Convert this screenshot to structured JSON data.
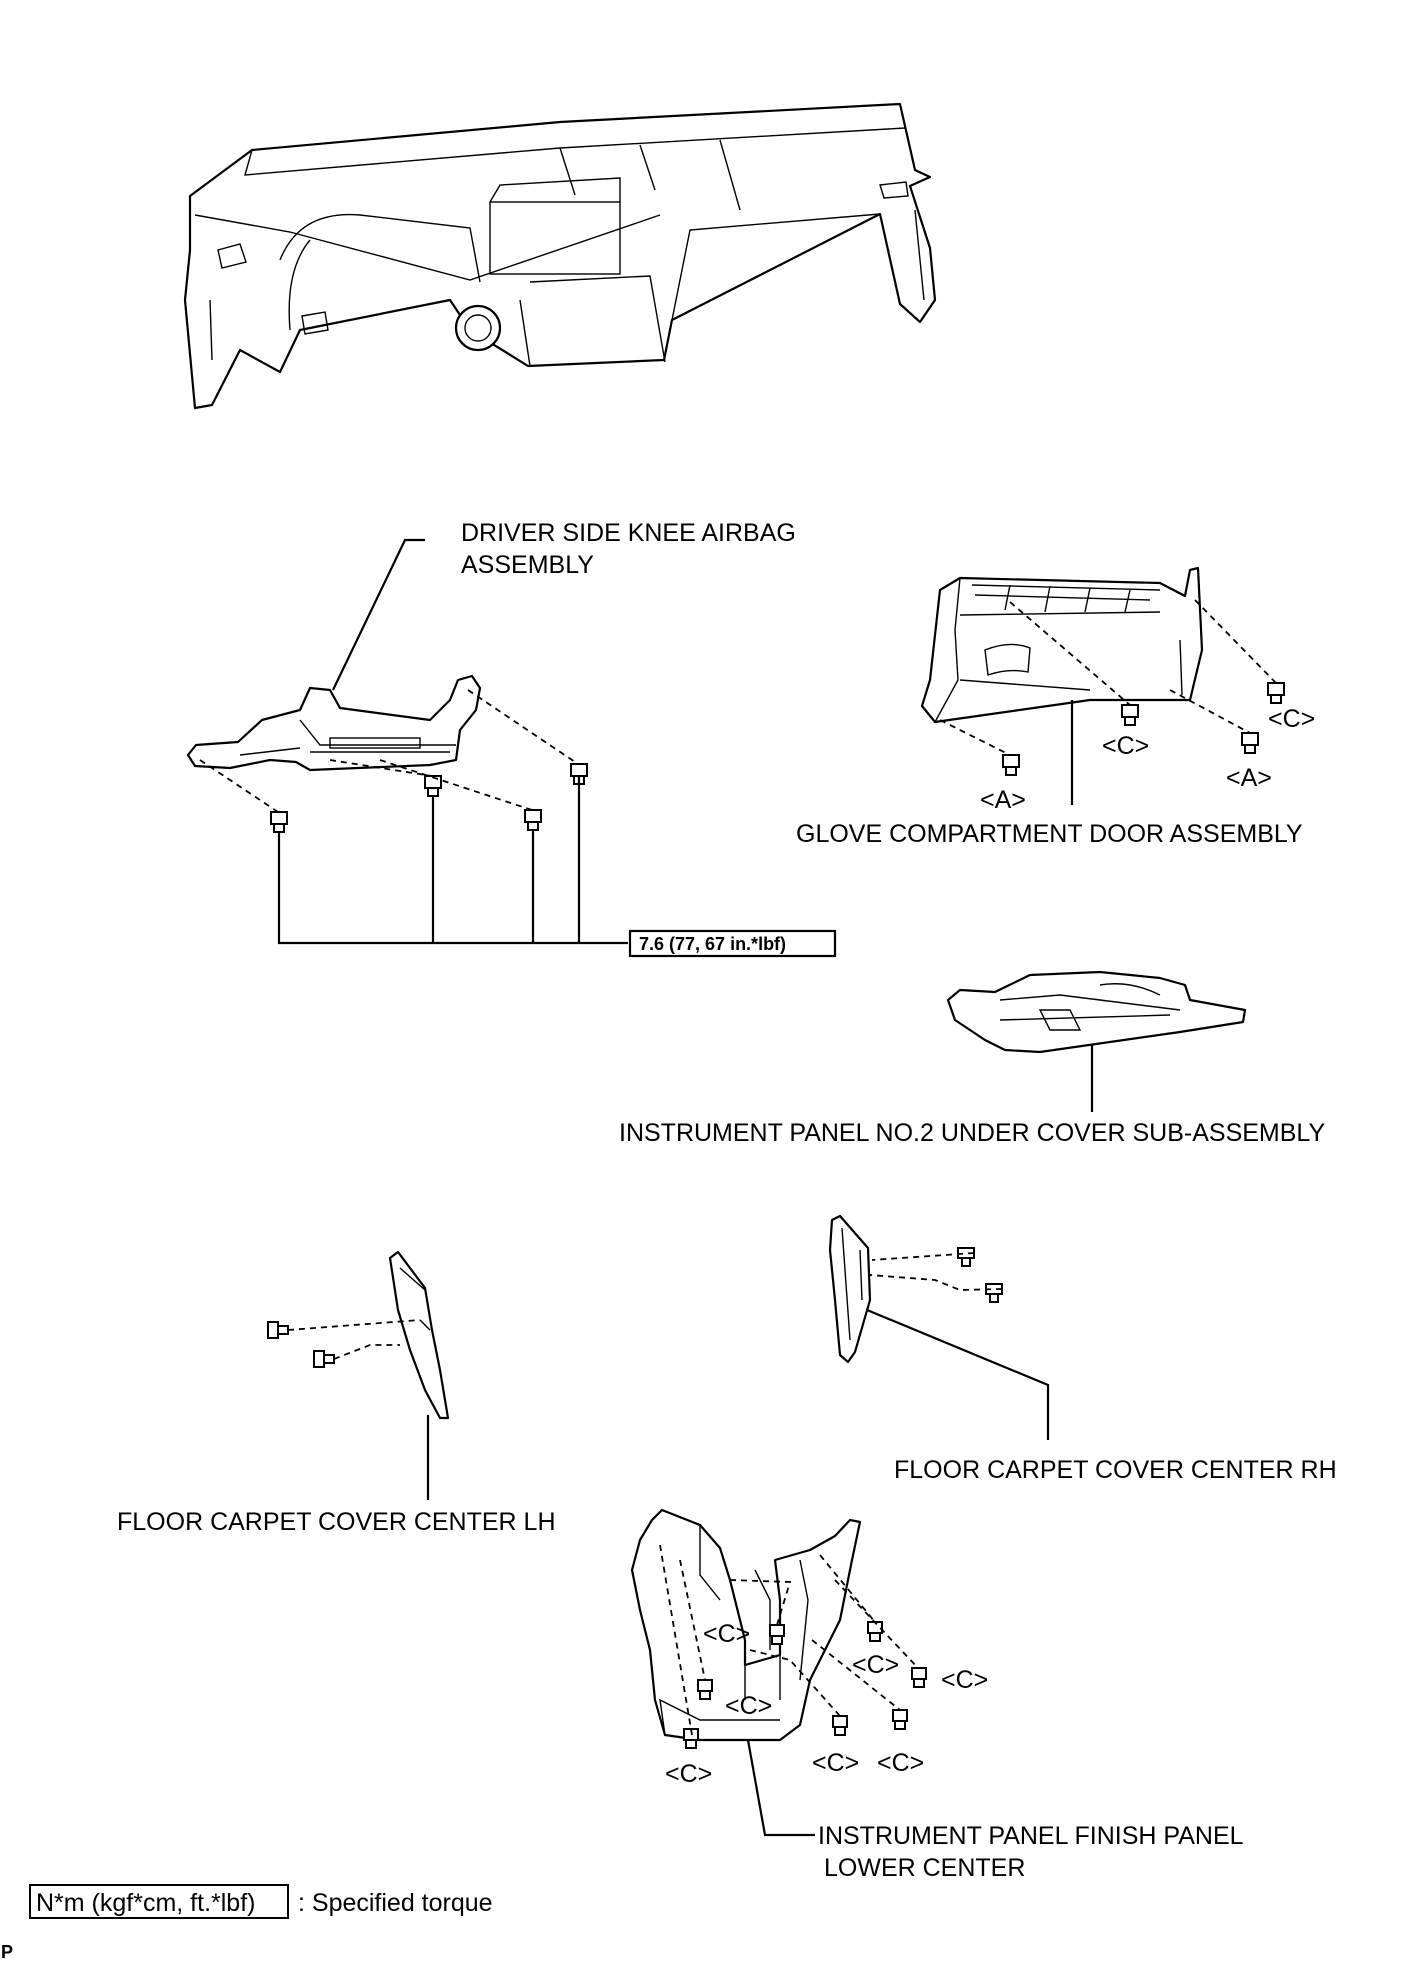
{
  "labels": {
    "knee_airbag_line1": "DRIVER SIDE KNEE AIRBAG",
    "knee_airbag_line2": "ASSEMBLY",
    "glove_compartment": "GLOVE COMPARTMENT DOOR ASSEMBLY",
    "under_cover": "INSTRUMENT PANEL NO.2 UNDER COVER SUB-ASSEMBLY",
    "carpet_rh": "FLOOR CARPET COVER CENTER RH",
    "carpet_lh": "FLOOR CARPET COVER CENTER LH",
    "finish_panel_line1": "INSTRUMENT PANEL FINISH PANEL",
    "finish_panel_line2": "LOWER CENTER"
  },
  "torque": {
    "value": "7.6 (77, 67 in.*lbf)"
  },
  "clip_codes": {
    "a": "<A>",
    "c": "<C>"
  },
  "legend": {
    "unit": "N*m (kgf*cm, ft.*lbf)",
    "description": ": Specified torque"
  },
  "footer_code": "P"
}
